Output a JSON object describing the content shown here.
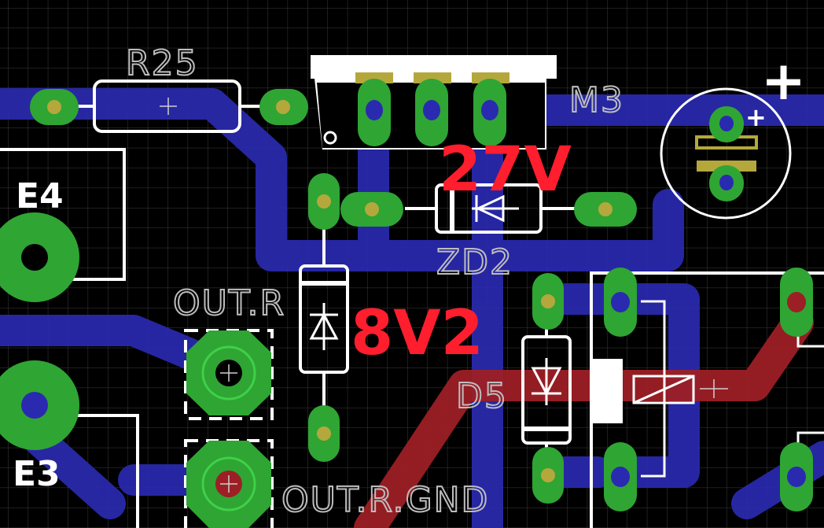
{
  "labels": {
    "r25": "R25",
    "m3": "M3",
    "e4": "E4",
    "e3": "E3",
    "zd2": "ZD2",
    "out_r": "OUT.R",
    "d5": "D5",
    "out_r_gnd": "OUT.R.GND",
    "v27": "27V",
    "v8v2": "8V2",
    "plus": "+"
  },
  "colors": {
    "background": "#000000",
    "grid": "#3a3a3a",
    "bottom_copper": "#2a2ab0",
    "top_copper": "#9c1f25",
    "pad": "#2fa534",
    "pad_core": "#b4a83c",
    "silkscreen": "#ffffff",
    "value_text": "#ff1e2d"
  }
}
